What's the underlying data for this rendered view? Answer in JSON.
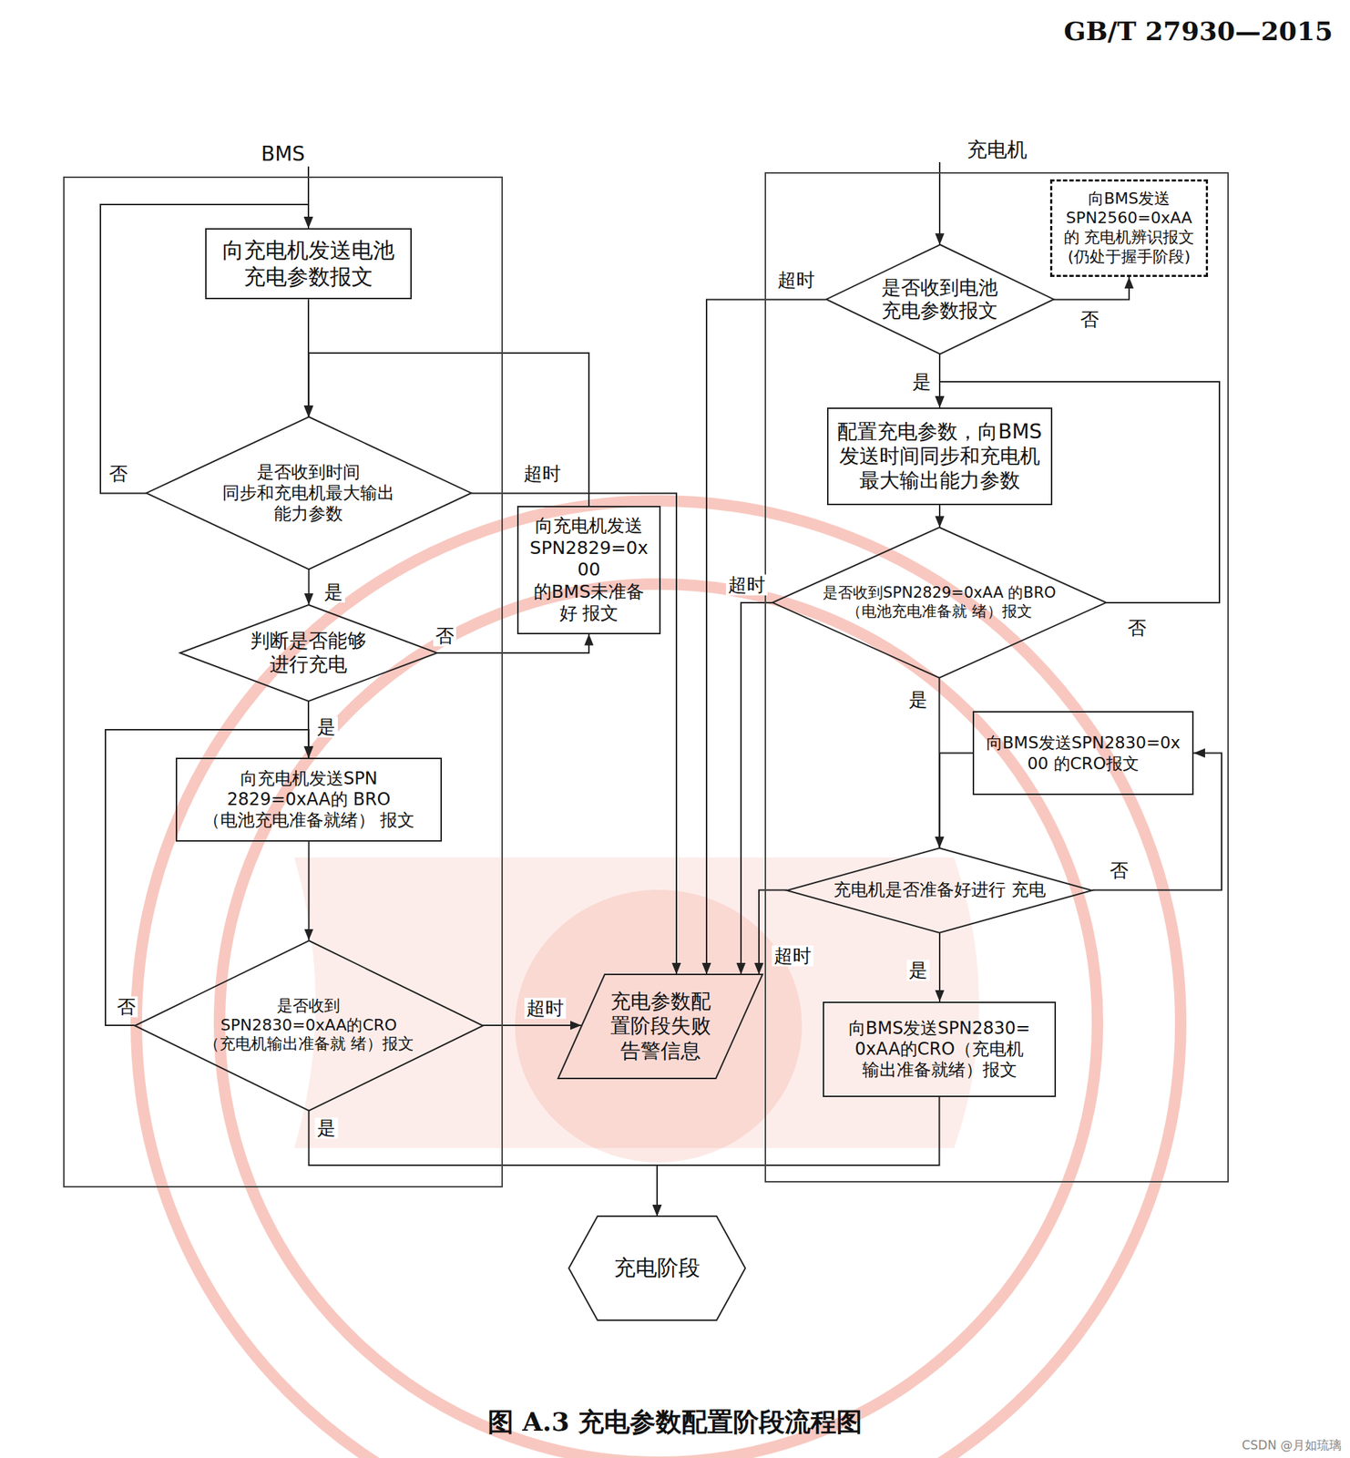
{
  "diagram": {
    "caption": "图 A.3 充电参数配置阶段流程图",
    "nodes": [
      {
        "text": [
          "BMS"
        ]
      },
      {
        "text": [
          "充电机"
        ]
      },
      {
        "text": [
          "向充电机发送电池 充电参数报文"
        ],
        "in": 0
      },
      {
        "text": [
          "是否收到时间 同步和充电机最大输出 能力参数"
        ],
        "in": 0
      },
      {
        "text": [
          "判断是否能够 进行充电"
        ],
        "in": 0
      },
      {
        "text": [
          "向充电机发送SPN 2829=0xAA的 BRO（电池充电准备就绪） 报文"
        ],
        "in": 0
      },
      {
        "text": [
          "是否收到 SPN2830=0xAA的CRO （充电机输出准备就 绪）报文"
        ],
        "in": 0
      },
      {
        "text": [
          "向充电机发送 SPN2829=0x00 的BMS未准备好 报文"
        ]
      },
      {
        "text": [
          "是否收到电池 充电参数报文"
        ],
        "in": 1
      },
      {
        "text": [
          "向BMS发送 SPN2560=0xAA的 充电机辨识报文 (仍处于握手阶段)"
        ],
        "in": 1
      },
      {
        "text": [
          "配置充电参数，向BMS 发送时间同步和充电机 最大输出能力参数"
        ],
        "in": 1
      },
      {
        "text": [
          "是否收到SPN2829=0xAA 的BRO（电池充电准备就 绪）报文"
        ],
        "in": 1
      },
      {
        "text": [
          "向BMS发送SPN2830=0x00 的CRO报文"
        ],
        "in": 1
      },
      {
        "text": [
          "充电机是否准备好进行 充电"
        ],
        "in": 1
      },
      {
        "text": [
          "向BMS发送SPN2830= 0xAA的CRO（充电机 输出准备就绪）报文"
        ],
        "in": 1
      },
      {
        "text": [
          "充电参数配 置阶段失败 告警信息"
        ]
      },
      {
        "text": [
          "充电阶段"
        ]
      }
    ],
    "edges": [
      {
        "from": 2,
        "to": 3,
        "arrow": "to"
      },
      {
        "from": 3,
        "to": 2,
        "label": "否",
        "arrow": "to"
      },
      {
        "from": 3,
        "to": 4,
        "label": "是",
        "arrow": "to"
      },
      {
        "from": 4,
        "to": 7,
        "label": "否",
        "arrow": "to"
      },
      {
        "from": 7,
        "to": 3,
        "arrow": "to"
      },
      {
        "from": 3,
        "to": 15,
        "label": "超时",
        "arrow": "to"
      },
      {
        "from": 4,
        "to": 5,
        "label": "是",
        "arrow": "to"
      },
      {
        "from": 5,
        "to": 6,
        "arrow": "to"
      },
      {
        "from": 6,
        "to": 5,
        "label": "否",
        "arrow": "to"
      },
      {
        "from": 6,
        "to": 15,
        "label": "超时",
        "arrow": "to"
      },
      {
        "from": 6,
        "to": 16,
        "label": "是",
        "arrow": "to"
      },
      {
        "from": 8,
        "to": 9,
        "label": "否",
        "arrow": "to"
      },
      {
        "from": 8,
        "to": 15,
        "label": "超时",
        "arrow": "to"
      },
      {
        "from": 8,
        "to": 10,
        "label": "是",
        "arrow": "to"
      },
      {
        "from": 10,
        "to": 11,
        "arrow": "to"
      },
      {
        "from": 11,
        "to": 10,
        "label": "否",
        "arrow": "to"
      },
      {
        "from": 11,
        "to": 15,
        "label": "超时",
        "arrow": "to"
      },
      {
        "from": 11,
        "to": 13,
        "label": "是",
        "arrow": "to"
      },
      {
        "from": 12,
        "to": 13,
        "arrow": "to"
      },
      {
        "from": 13,
        "to": 12,
        "label": "否",
        "arrow": "to"
      },
      {
        "from": 13,
        "to": 15,
        "label": "超时",
        "arrow": "to"
      },
      {
        "from": 13,
        "to": 14,
        "label": "是",
        "arrow": "to"
      },
      {
        "from": 14,
        "to": 16,
        "arrow": "to"
      }
    ],
    "labels": [
      "GB/T 27930—2015",
      "CSDN @月如琉璃"
    ]
  }
}
